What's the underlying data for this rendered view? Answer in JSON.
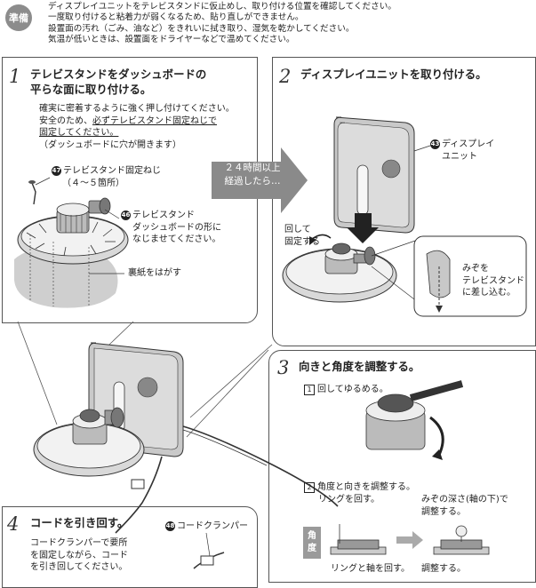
{
  "prep": {
    "badge": "準備",
    "lines": [
      "ディスプレイユニットをテレビスタンドに仮止めし、取り付ける位置を確認してください。",
      "一度取り付けると粘着力が弱くなるため、貼り直しができません。",
      "設置面の汚れ（ごみ、油など）をきれいに拭き取り、湿気を乾かしてください。",
      "気温が低いときは、設置面をドライヤーなどで温めてください。"
    ]
  },
  "step1": {
    "num": "1",
    "title_l1": "テレビスタンドをダッシュボードの",
    "title_l2": "平らな面に取り付ける。",
    "body_l1": "確実に密着するように強く押し付けてください。",
    "body_l2a": "安全のため、",
    "body_l2b": "必ずテレビスタンド固定ねじで",
    "body_l3": "固定してください。",
    "body_l4": "（ダッシュボードに穴が開きます）",
    "screw_num": "47",
    "screw_label": "テレビスタンド固定ねじ",
    "screw_count": "（４～５箇所）",
    "stand_num": "46",
    "stand_l1": "テレビスタンド",
    "stand_l2": "ダッシュボードの形に",
    "stand_l3": "なじませてください。",
    "peel": "裏紙をはがす"
  },
  "arrow": {
    "l1": "２４時間以上",
    "l2": "経過したら…"
  },
  "step2": {
    "num": "2",
    "title": "ディスプレイユニットを取り付ける。",
    "unit_num": "43",
    "unit_l1": "ディスプレイ",
    "unit_l2": "ユニット",
    "turn_l1": "回して",
    "turn_l2": "固定する",
    "groove_l1": "みぞを",
    "groove_l2": "テレビスタンド",
    "groove_l3": "に差し込む。"
  },
  "step3": {
    "num": "3",
    "title": "向きと角度を調整する。",
    "sub1_num": "1",
    "sub1": "回してゆるめる。",
    "sub2_num": "2",
    "sub2": "角度と向きを調整する。",
    "ring": "リングを回す。",
    "groove_l1": "みぞの深さ(軸の下)で",
    "groove_l2": "調整する。",
    "angle_c1": "角",
    "angle_c2": "度",
    "ring_axis": "リングと軸を回す。",
    "adjust": "調整する。"
  },
  "step4": {
    "num": "4",
    "title": "コードを引き回す。",
    "clamper_num": "48",
    "clamper": "コードクランパー",
    "body_l1": "コードクランパーで要所",
    "body_l2": "を固定しながら、コード",
    "body_l3": "を引き回してください。"
  }
}
